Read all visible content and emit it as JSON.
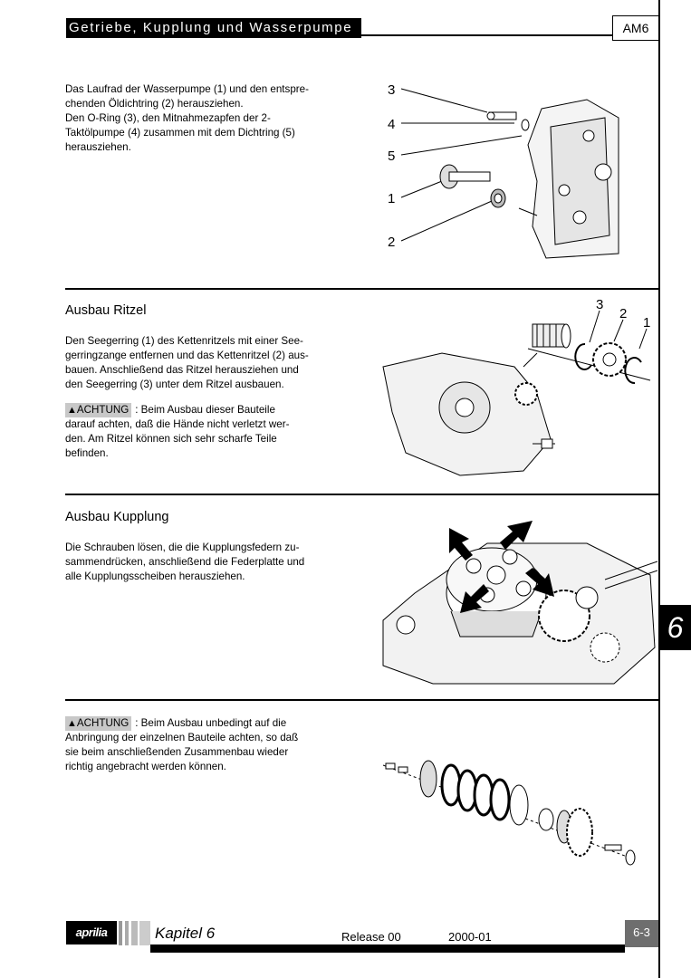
{
  "header": {
    "title": "Getriebe, Kupplung und Wasserpumpe",
    "model": "AM6"
  },
  "section1": {
    "lines": [
      "Das Laufrad der Wasserpumpe (1) und den entspre-",
      "chenden Öldichtring (2) herausziehen.",
      "Den O-Ring (3), den Mitnahmezapfen der 2-",
      "Taktölpumpe (4) zusammen mit dem Dichtring (5)",
      "herausziehen."
    ],
    "figure_labels": [
      "3",
      "4",
      "5",
      "1",
      "2"
    ]
  },
  "section2": {
    "title": "Ausbau Ritzel",
    "lines": [
      "Den Seegerring (1) des Kettenritzels mit einer See-",
      "gerringzange entfernen und das Kettenritzel (2) aus-",
      "bauen. Anschließend das Ritzel herausziehen und",
      "den Seegerring (3) unter dem Ritzel ausbauen."
    ],
    "warning_label": "ACHTUNG",
    "warning_lines": [
      ": Beim Ausbau dieser Bauteile",
      "darauf achten, daß die Hände nicht verletzt wer-",
      "den. Am Ritzel können sich sehr scharfe Teile",
      "befinden."
    ],
    "figure_labels": [
      "3",
      "2",
      "1"
    ]
  },
  "section3": {
    "title": "Ausbau Kupplung",
    "lines": [
      "Die Schrauben lösen, die die Kupplungsfedern zu-",
      "sammendrücken, anschließend die Federplatte und",
      "alle Kupplungsscheiben herausziehen."
    ]
  },
  "section4": {
    "warning_label": "ACHTUNG",
    "warning_lines": [
      ": Beim Ausbau unbedingt auf die",
      "Anbringung der einzelnen Bauteile achten, so daß",
      "sie beim anschließenden Zusammenbau wieder",
      "richtig angebracht werden können."
    ]
  },
  "side_tab": "6",
  "footer": {
    "logo": "aprilia",
    "chapter": "Kapitel 6",
    "release": "Release 00",
    "date": "2000-01",
    "page": "6-3"
  }
}
